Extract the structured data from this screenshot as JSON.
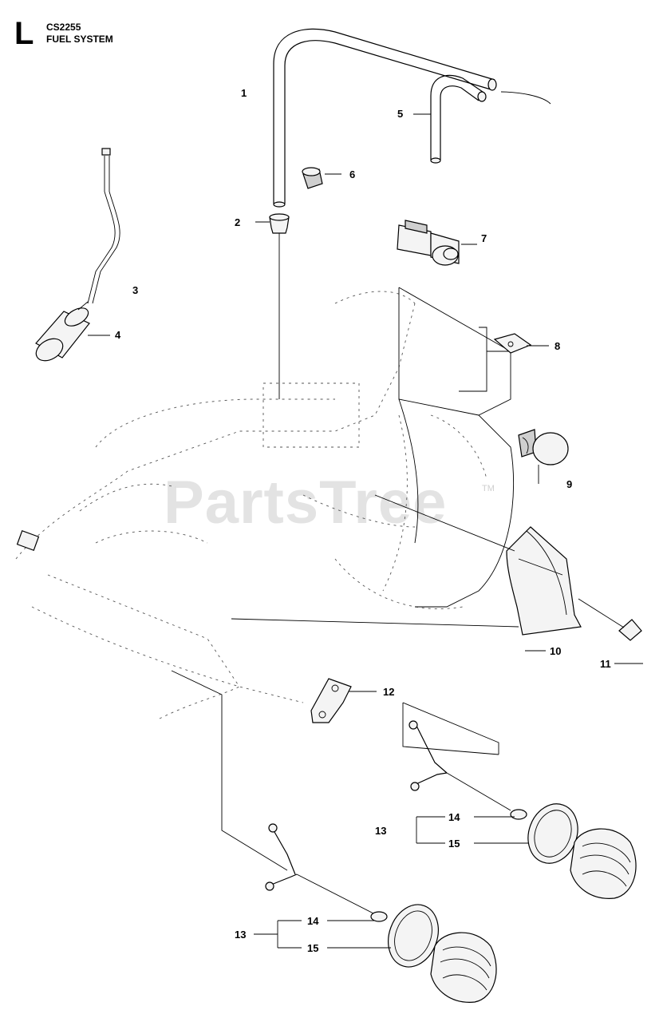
{
  "header": {
    "section_letter": "L",
    "model_code": "CS2255",
    "section_title": "FUEL SYSTEM"
  },
  "watermark": {
    "text": "PartsTree",
    "trademark": "TM"
  },
  "callouts": {
    "c1": "1",
    "c2": "2",
    "c3": "3",
    "c4": "4",
    "c5": "5",
    "c6": "6",
    "c7": "7",
    "c8": "8",
    "c9": "9",
    "c10": "10",
    "c11": "11",
    "c12": "12",
    "c13a": "13",
    "c14a": "14",
    "c15a": "15",
    "c13b": "13",
    "c14b": "14",
    "c15b": "15"
  }
}
